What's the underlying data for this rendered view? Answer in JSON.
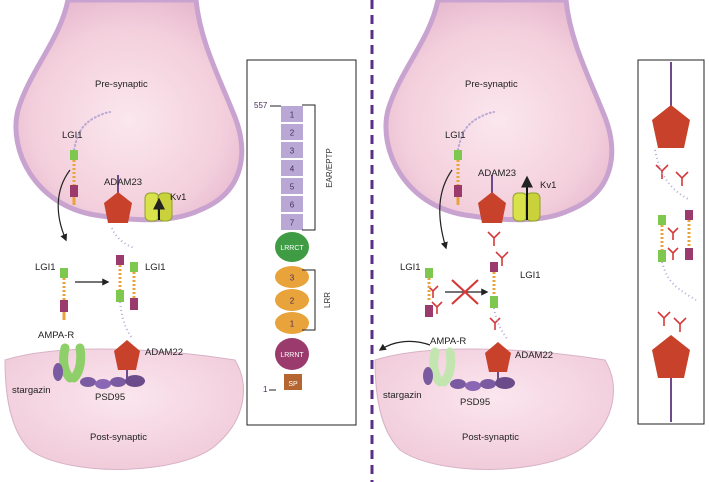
{
  "left_panel": {
    "presynaptic": "Pre-synaptic",
    "postsynaptic": "Post-synaptic",
    "lgi1_top": "LGI1",
    "lgi1_mid": "LGI1",
    "lgi1_right": "LGI1",
    "adam23": "ADAM23",
    "kv1": "Kv1",
    "ampar": "AMPA-R",
    "adam22": "ADAM22",
    "stargazin": "stargazin",
    "psd95": "PSD95"
  },
  "domain_panel": {
    "top_residue": "557",
    "bottom_residue": "1",
    "ear_units": [
      "1",
      "2",
      "3",
      "4",
      "5",
      "6",
      "7"
    ],
    "ear_label": "EAR/EPTP",
    "lrrct": "LRRCT",
    "lrr_units": [
      "3",
      "2",
      "1"
    ],
    "lrr_label": "LRR",
    "lrrnt": "LRRNT",
    "sp": "SP"
  },
  "right_panel": {
    "presynaptic": "Pre-synaptic",
    "postsynaptic": "Post-synaptic",
    "lgi1_top": "LGI1",
    "lgi1_left": "LGI1",
    "lgi1_right": "LGI1",
    "adam23": "ADAM23",
    "kv1": "Kv1",
    "ampar": "AMPA-R",
    "adam22": "ADAM22",
    "stargazin": "stargazin",
    "psd95": "PSD95"
  },
  "colors": {
    "membrane": "#f3d3df",
    "membrane_edge": "#c9a3cf",
    "adam": "#c8422b",
    "ear": "#b9a7d6",
    "lrr": "#e8a33a",
    "lrrct": "#3f9c44",
    "lrrnt": "#9b3a6c",
    "sp": "#b5652f",
    "kv1": "#d9e24a",
    "ampar": "#8fcf6a",
    "divider": "#5a2f8a"
  }
}
